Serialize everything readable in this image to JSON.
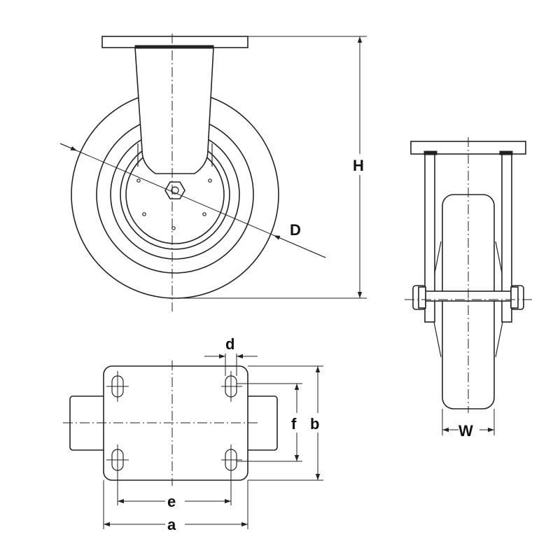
{
  "labels": {
    "H": "H",
    "D": "D",
    "W": "W",
    "d": "d",
    "f": "f",
    "b": "b",
    "e": "e",
    "a": "a"
  },
  "colors": {
    "line": "#222222",
    "background": "#ffffff"
  }
}
